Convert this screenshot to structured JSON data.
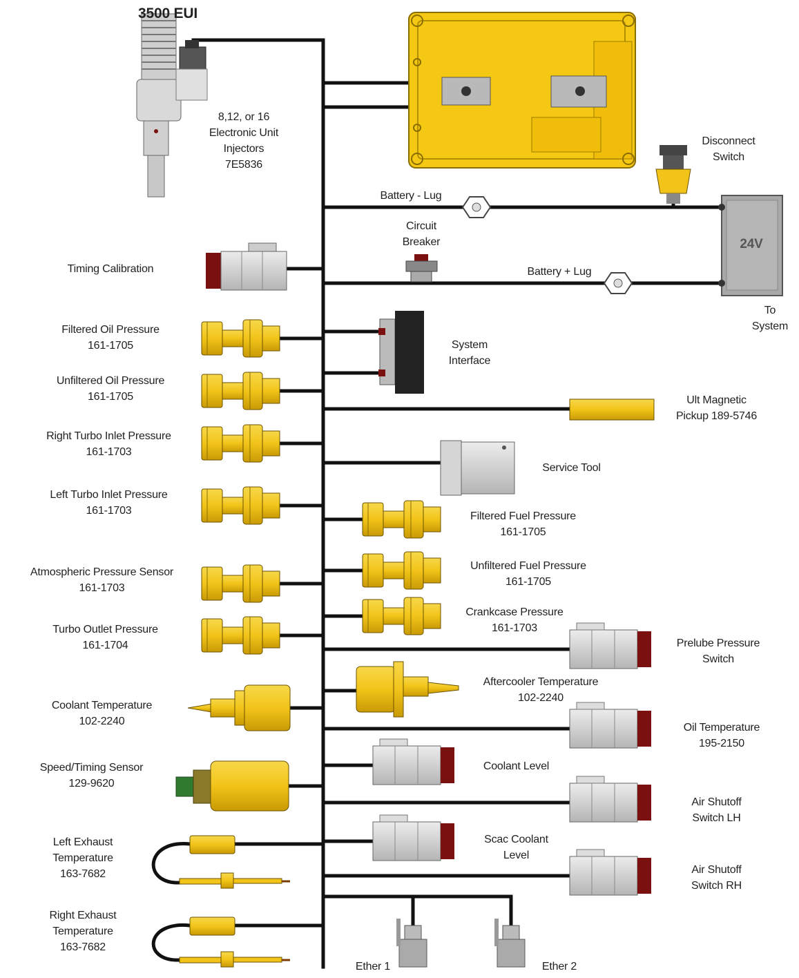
{
  "title": "3500 EUI",
  "colors": {
    "wire": "#111111",
    "sensor_yellow": "#f2c419",
    "sensor_outline": "#6b5200",
    "connector_gray": "#cfcfcf",
    "connector_red": "#7a1010",
    "ecm_yellow": "#f5c814",
    "battery_gray": "#a8a8a8"
  },
  "components": {
    "injectors": {
      "icon": "fuel-injector-icon",
      "lines": [
        "8,12, or 16",
        "Electronic Unit",
        "Injectors",
        "7E5836"
      ]
    },
    "disconnect_switch": {
      "icon": "disconnect-switch-icon",
      "lines": [
        "Disconnect",
        "Switch"
      ]
    },
    "battery_minus": {
      "lines": [
        "Battery - Lug"
      ]
    },
    "circuit_breaker": {
      "icon": "circuit-breaker-icon",
      "lines": [
        "Circuit",
        "Breaker"
      ]
    },
    "battery_plus": {
      "lines": [
        "Battery + Lug"
      ]
    },
    "battery": {
      "icon": "battery-icon",
      "label": "24V"
    },
    "to_system": {
      "lines": [
        "To",
        "System"
      ]
    },
    "timing_calibration": {
      "icon": "connector-icon",
      "lines": [
        "Timing Calibration"
      ]
    },
    "filtered_oil": {
      "icon": "pressure-sensor-icon",
      "lines": [
        "Filtered Oil Pressure",
        "161-1705"
      ]
    },
    "unfiltered_oil": {
      "icon": "pressure-sensor-icon",
      "lines": [
        "Unfiltered Oil Pressure",
        "161-1705"
      ]
    },
    "right_turbo_inlet": {
      "icon": "pressure-sensor-icon",
      "lines": [
        "Right Turbo Inlet Pressure",
        "161-1703"
      ]
    },
    "left_turbo_inlet": {
      "icon": "pressure-sensor-icon",
      "lines": [
        "Left Turbo Inlet Pressure",
        "161-1703"
      ]
    },
    "atmospheric": {
      "icon": "pressure-sensor-icon",
      "lines": [
        "Atmospheric Pressure Sensor",
        "161-1703"
      ]
    },
    "turbo_outlet": {
      "icon": "pressure-sensor-icon",
      "lines": [
        "Turbo Outlet Pressure",
        "161-1704"
      ]
    },
    "coolant_temp": {
      "icon": "temperature-sensor-icon",
      "lines": [
        "Coolant Temperature",
        "102-2240"
      ]
    },
    "speed_timing": {
      "icon": "speed-sensor-icon",
      "lines": [
        "Speed/Timing Sensor",
        "129-9620"
      ]
    },
    "left_exhaust": {
      "icon": "thermocouple-icon",
      "lines": [
        "Left Exhaust",
        "Temperature",
        "163-7682"
      ]
    },
    "right_exhaust": {
      "icon": "thermocouple-icon",
      "lines": [
        "Right Exhaust",
        "Temperature",
        "163-7682"
      ]
    },
    "system_interface": {
      "icon": "interface-connector-icon",
      "lines": [
        "System",
        "Interface"
      ]
    },
    "magnetic_pickup": {
      "icon": "magnetic-pickup-icon",
      "lines": [
        "Ult Magnetic",
        "Pickup 189-5746"
      ]
    },
    "service_tool": {
      "icon": "service-tool-connector-icon",
      "lines": [
        "Service Tool"
      ]
    },
    "filtered_fuel": {
      "icon": "pressure-sensor-icon",
      "lines": [
        "Filtered Fuel Pressure",
        "161-1705"
      ]
    },
    "unfiltered_fuel": {
      "icon": "pressure-sensor-icon",
      "lines": [
        "Unfiltered Fuel Pressure",
        "161-1705"
      ]
    },
    "crankcase": {
      "icon": "pressure-sensor-icon",
      "lines": [
        "Crankcase Pressure",
        "161-1703"
      ]
    },
    "prelube": {
      "icon": "connector-icon",
      "lines": [
        "Prelube Pressure",
        "Switch"
      ]
    },
    "aftercooler": {
      "icon": "temperature-sensor-icon",
      "lines": [
        "Aftercooler Temperature",
        "102-2240"
      ]
    },
    "oil_temp": {
      "icon": "connector-icon",
      "lines": [
        "Oil Temperature",
        "195-2150"
      ]
    },
    "coolant_level": {
      "icon": "connector-icon",
      "lines": [
        "Coolant Level"
      ]
    },
    "air_shutoff_lh": {
      "icon": "connector-icon",
      "lines": [
        "Air Shutoff",
        "Switch LH"
      ]
    },
    "scac_coolant": {
      "icon": "connector-icon",
      "lines": [
        "Scac Coolant",
        "Level"
      ]
    },
    "air_shutoff_rh": {
      "icon": "connector-icon",
      "lines": [
        "Air Shutoff",
        "Switch RH"
      ]
    },
    "ether1": {
      "icon": "ether-solenoid-icon",
      "lines": [
        "Ether 1"
      ]
    },
    "ether2": {
      "icon": "ether-solenoid-icon",
      "lines": [
        "Ether 2"
      ]
    },
    "ecm": {
      "icon": "ecm-module-icon"
    }
  }
}
